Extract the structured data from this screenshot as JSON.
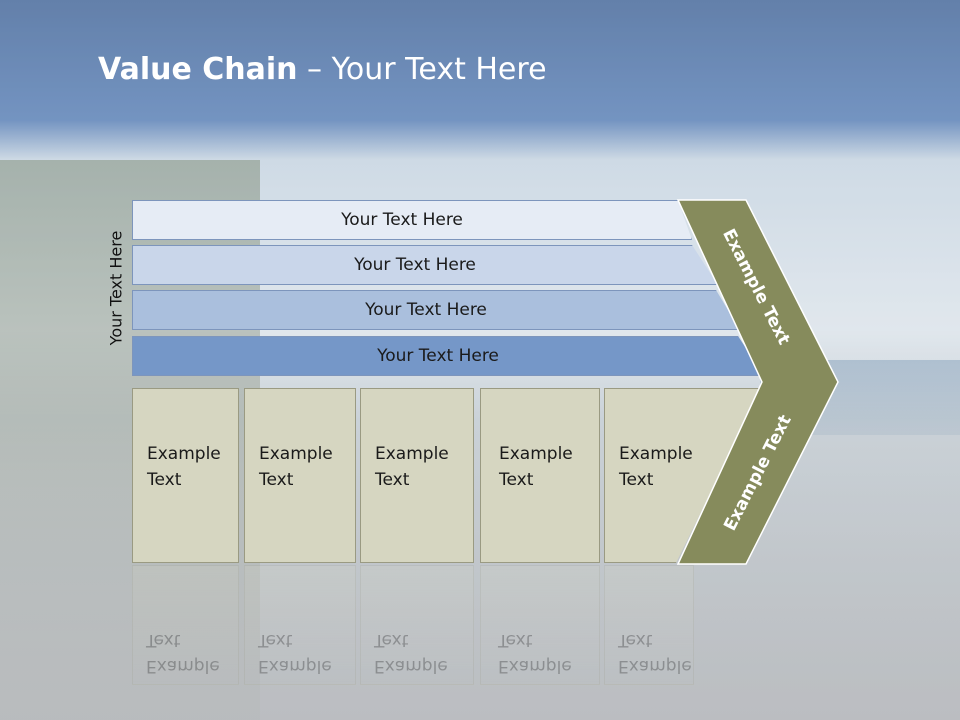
{
  "slide": {
    "title_bold": "Value Chain",
    "title_rest": " – Your Text Here",
    "side_label": "Your Text Here",
    "rows": [
      {
        "label": "Your Text Here",
        "color": "#e6ecf5"
      },
      {
        "label": "Your Text Here",
        "color": "#c9d6ea"
      },
      {
        "label": "Your Text Here",
        "color": "#aabfdd"
      },
      {
        "label": "Your Text Here",
        "color": "#7597c8"
      }
    ],
    "cells": [
      {
        "line1": "Example",
        "line2": "Text"
      },
      {
        "line1": "Example",
        "line2": "Text"
      },
      {
        "line1": "Example",
        "line2": "Text"
      },
      {
        "line1": "Example",
        "line2": "Text"
      },
      {
        "line1": "Example",
        "line2": "Text"
      }
    ],
    "chevron_top_text": "Example Text",
    "chevron_bottom_text": "Example Text",
    "chevron_color": "#868b5c",
    "cell_color": "#d6d6c1"
  }
}
